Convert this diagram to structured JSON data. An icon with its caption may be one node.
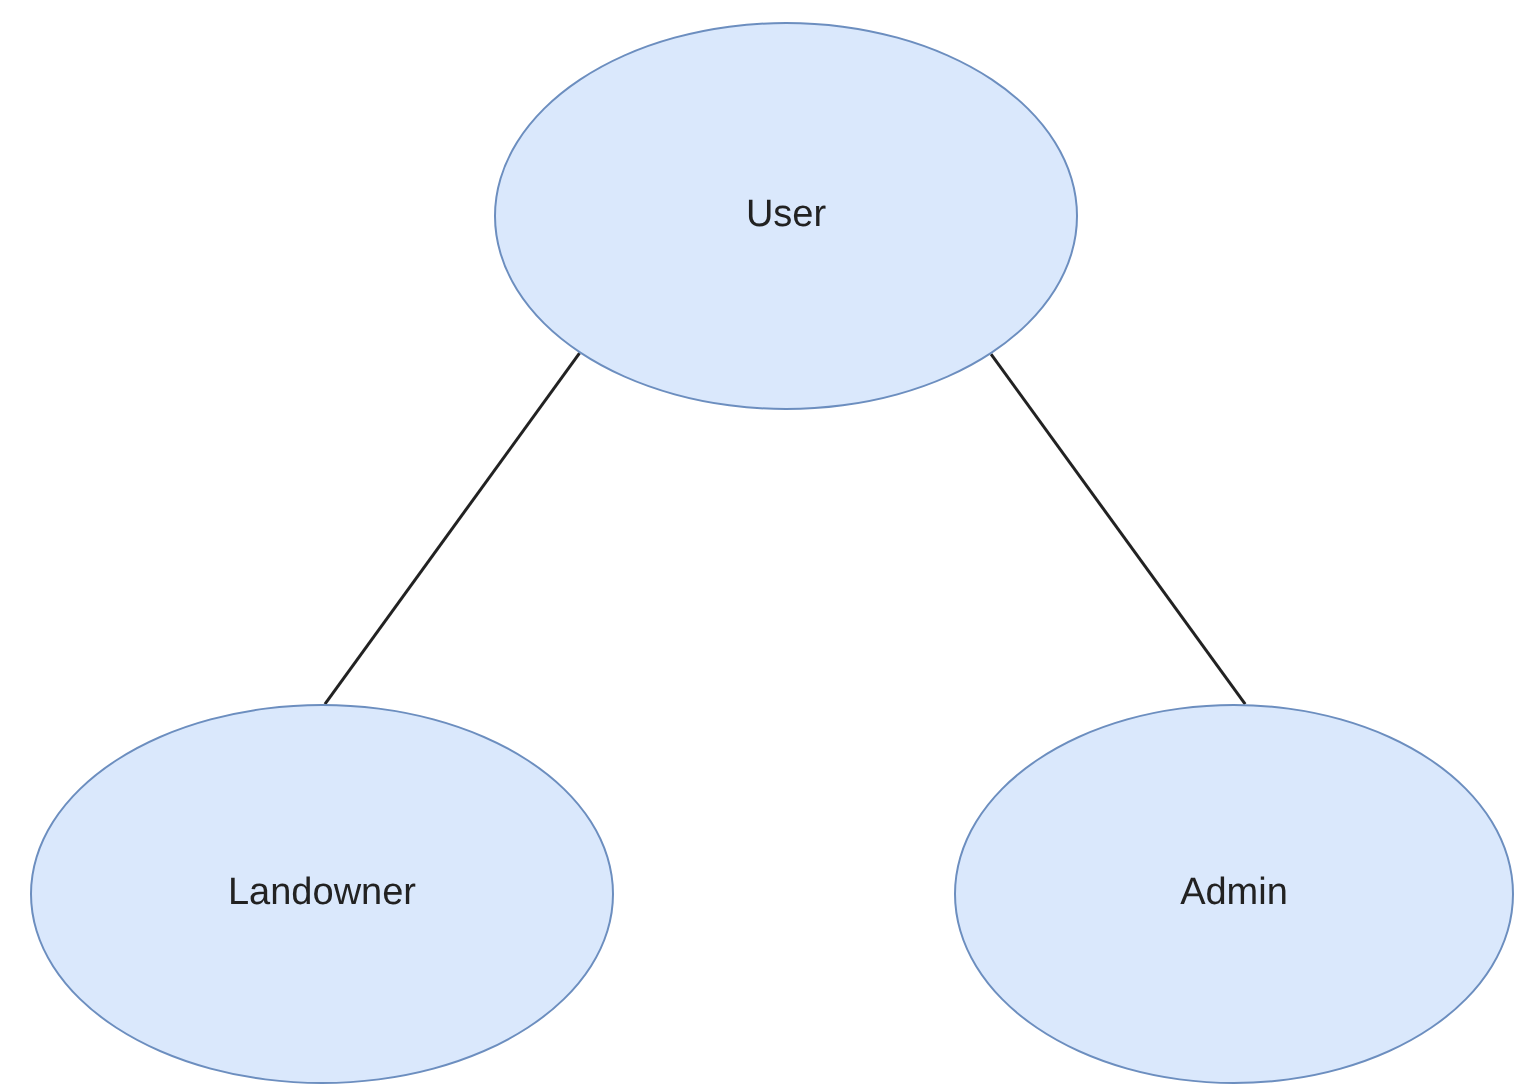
{
  "diagram": {
    "nodes": [
      {
        "text": [
          "User"
        ]
      },
      {
        "text": [
          "Landowner"
        ]
      },
      {
        "text": [
          "Admin"
        ]
      }
    ],
    "edges": [
      {
        "from": 0,
        "to": 1,
        "arrow": "none"
      },
      {
        "from": 0,
        "to": 2,
        "arrow": "none"
      }
    ]
  }
}
